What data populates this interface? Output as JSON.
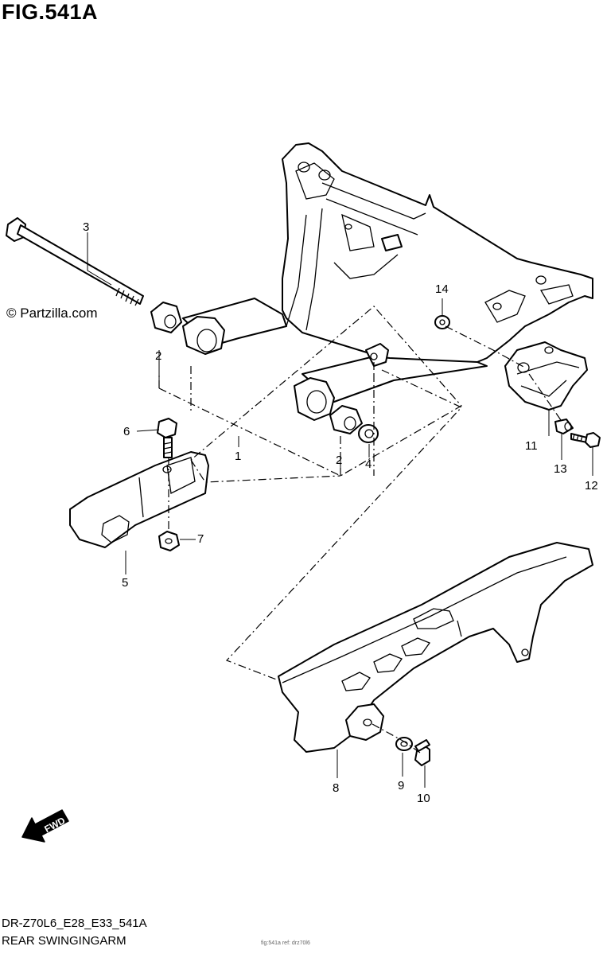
{
  "figure": {
    "title": "FIG.541A",
    "watermark": "© Partzilla.com",
    "code": "DR-Z70L6_E28_E33_541A",
    "name": "REAR SWINGINGARM",
    "fine_print": "fig:541a  ref:  drz70l6"
  },
  "fwd_arrow": {
    "label": "FWD"
  },
  "callouts": [
    {
      "id": "callout-1",
      "label": "1"
    },
    {
      "id": "callout-2a",
      "label": "2"
    },
    {
      "id": "callout-2b",
      "label": "2"
    },
    {
      "id": "callout-3",
      "label": "3"
    },
    {
      "id": "callout-4",
      "label": "4"
    },
    {
      "id": "callout-5",
      "label": "5"
    },
    {
      "id": "callout-6",
      "label": "6"
    },
    {
      "id": "callout-7",
      "label": "7"
    },
    {
      "id": "callout-8",
      "label": "8"
    },
    {
      "id": "callout-9",
      "label": "9"
    },
    {
      "id": "callout-10",
      "label": "10"
    },
    {
      "id": "callout-11",
      "label": "11"
    },
    {
      "id": "callout-12",
      "label": "12"
    },
    {
      "id": "callout-13",
      "label": "13"
    },
    {
      "id": "callout-14",
      "label": "14"
    }
  ]
}
